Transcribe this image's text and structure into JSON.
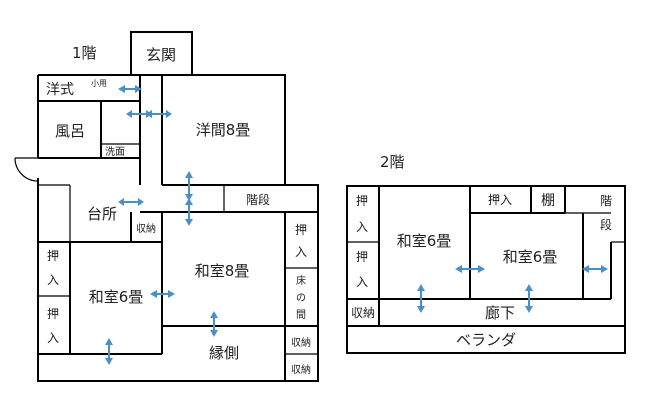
{
  "floor1": {
    "heading": "1階",
    "rooms": {
      "genkan": "玄関",
      "yoshiki": "洋式",
      "koyo": "小用",
      "furo": "風呂",
      "senmen": "洗面",
      "yoma": "洋間8畳",
      "kaidan": "階段",
      "daidokoro": "台所",
      "shuno_kitchen": "収納",
      "washitsu8": "和室8畳",
      "oshiire_right_1": "押",
      "oshiire_right_2": "入",
      "tokonoma_1": "床",
      "tokonoma_2": "の",
      "tokonoma_3": "間",
      "oshiire_left_a1": "押",
      "oshiire_left_a2": "入",
      "oshiire_left_b1": "押",
      "oshiire_left_b2": "入",
      "washitsu6": "和室6畳",
      "engawa": "縁側",
      "shuno_a": "収納",
      "shuno_b": "収納"
    }
  },
  "floor2": {
    "heading": "2階",
    "rooms": {
      "oshiire_a1": "押",
      "oshiire_a2": "入",
      "oshiire_b1": "押",
      "oshiire_b2": "入",
      "washitsu6_left": "和室6畳",
      "oshiire_top": "押入",
      "tana": "棚",
      "kaidan_1": "階",
      "kaidan_2": "段",
      "washitsu6_right": "和室6畳",
      "shuno": "収納",
      "roka": "廊下",
      "veranda": "ベランダ"
    }
  },
  "colors": {
    "wall": "#000000",
    "arrow": "#4a90c8",
    "text": "#222222"
  }
}
